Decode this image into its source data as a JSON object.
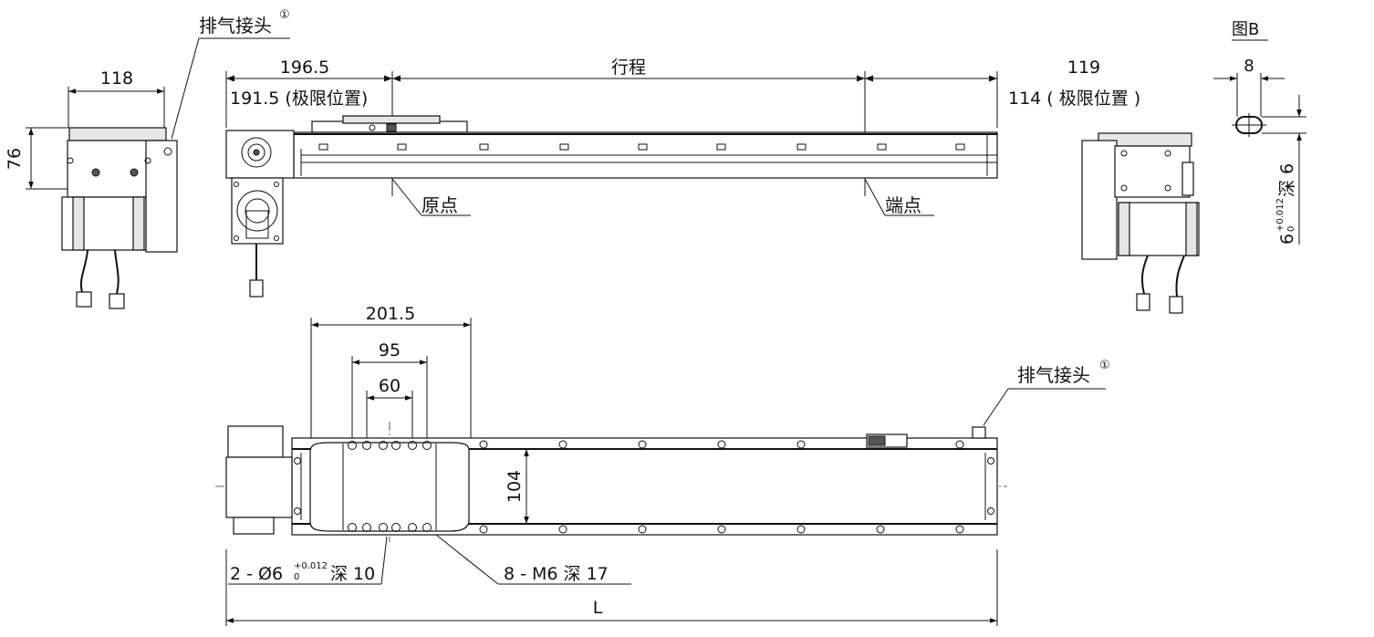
{
  "figure_ref": "图B",
  "left_view": {
    "width_dim": "118",
    "height_dim": "76",
    "exhaust_label": "排气接头",
    "exhaust_mark": "①"
  },
  "side_view": {
    "home_offset": "196.5",
    "home_limit": "191.5 (极限位置)",
    "stroke_label": "行程",
    "end_offset": "119",
    "end_limit": "114 ( 极限位置 )",
    "origin_label": "原点",
    "end_label": "端点"
  },
  "detail_b": {
    "width_dim": "8",
    "hole_spec_base": "6",
    "hole_tol_upper": "+0.012",
    "hole_tol_lower": "0",
    "hole_spec_depth": "深 6"
  },
  "top_view": {
    "carriage_length": "201.5",
    "hole_pitch_outer": "95",
    "hole_pitch_inner": "60",
    "rail_width": "104",
    "exhaust_label": "排气接头",
    "exhaust_mark": "①",
    "pin_hole_base": "2 - Ø6",
    "pin_hole_tol_upper": "+0.012",
    "pin_hole_tol_lower": "0",
    "pin_hole_depth": "深 10",
    "tapped_holes": "8 - M6 深 17",
    "total_length": "L"
  }
}
